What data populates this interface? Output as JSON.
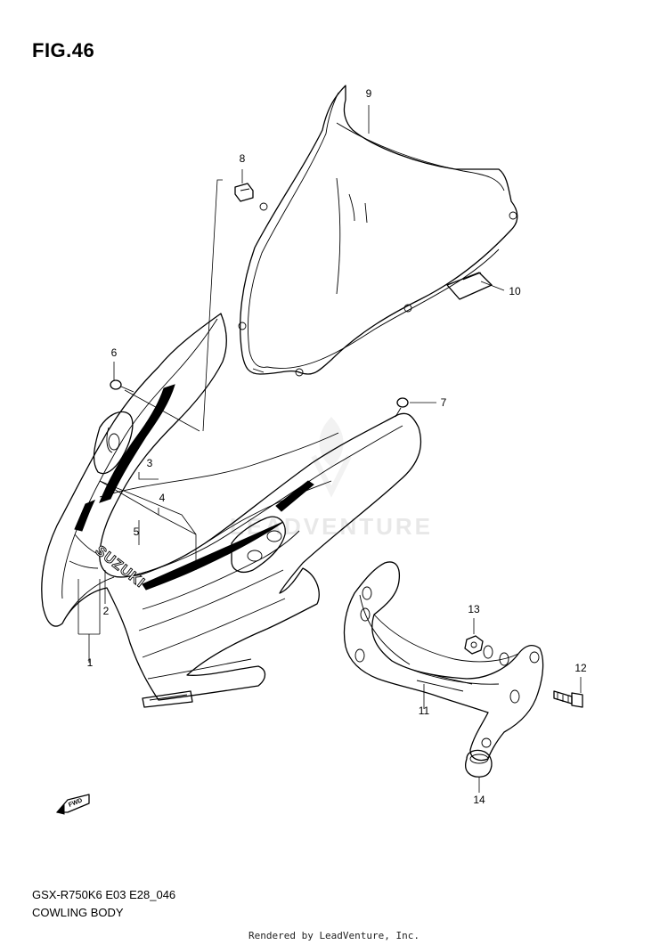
{
  "figure": {
    "title": "FIG.46"
  },
  "callouts": [
    {
      "id": "1",
      "label": "1"
    },
    {
      "id": "2",
      "label": "2"
    },
    {
      "id": "3",
      "label": "3"
    },
    {
      "id": "4",
      "label": "4"
    },
    {
      "id": "5",
      "label": "5"
    },
    {
      "id": "6",
      "label": "6"
    },
    {
      "id": "7",
      "label": "7"
    },
    {
      "id": "8",
      "label": "8"
    },
    {
      "id": "9",
      "label": "9"
    },
    {
      "id": "10",
      "label": "10"
    },
    {
      "id": "11",
      "label": "11"
    },
    {
      "id": "12",
      "label": "12"
    },
    {
      "id": "13",
      "label": "13"
    },
    {
      "id": "14",
      "label": "14"
    }
  ],
  "decal_text": "SUZUKI",
  "fwd_marker": "FWD",
  "watermark": "LEADVENTURE",
  "footer": {
    "model_code": "GSX-R750K6 E03 E28_046",
    "section_name": "COWLING BODY",
    "rendered_by": "Rendered by LeadVenture, Inc."
  }
}
